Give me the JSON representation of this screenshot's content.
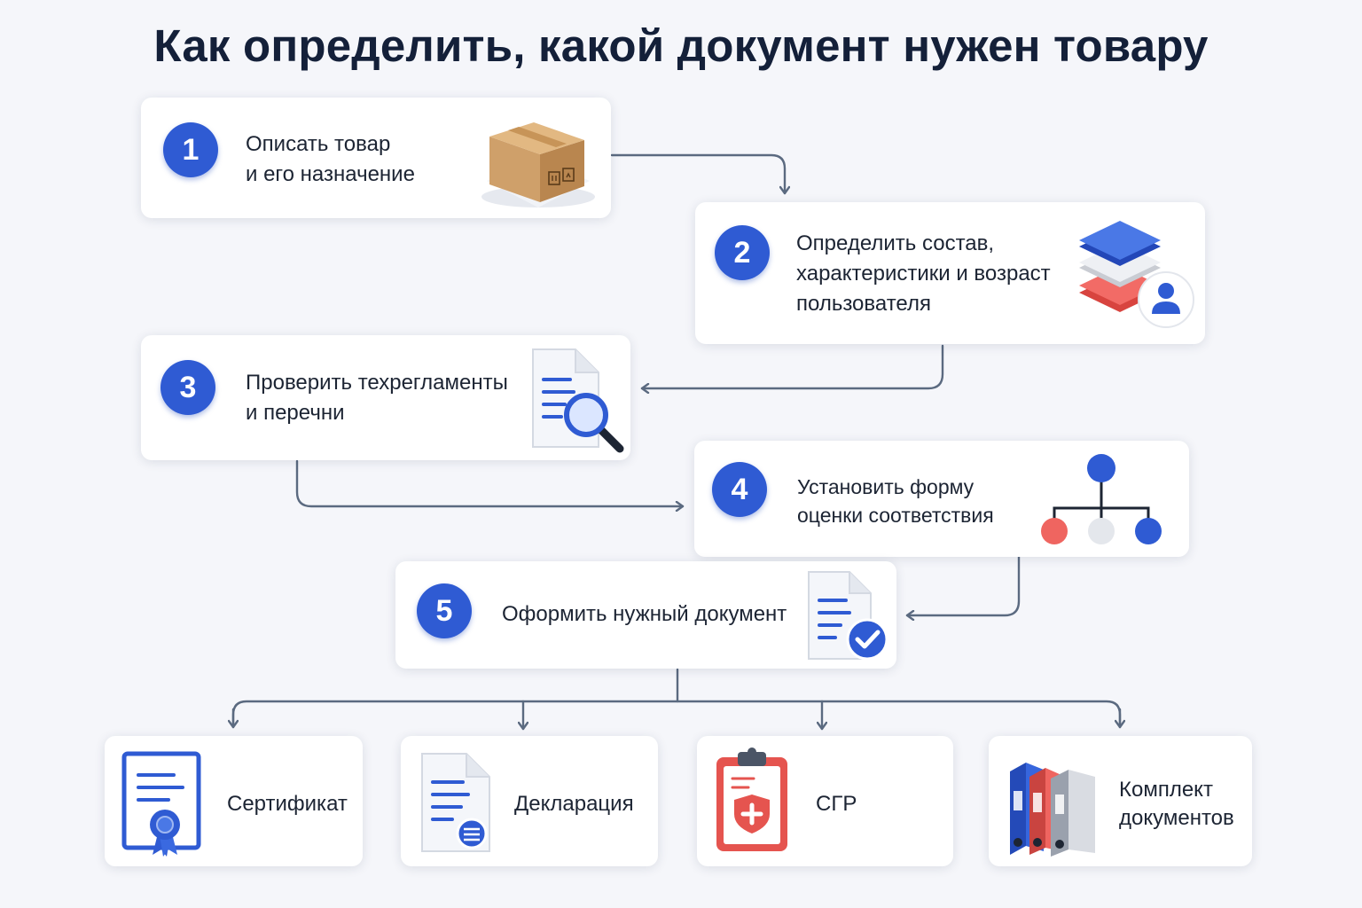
{
  "title": "Как определить, какой документ нужен товару",
  "steps": [
    {
      "number": "1",
      "lines": [
        "Описать товар",
        "и его назначение"
      ],
      "icon": "package-icon"
    },
    {
      "number": "2",
      "lines": [
        "Определить состав,",
        "характеристики и возраст",
        "пользователя"
      ],
      "icon": "layers-user-icon"
    },
    {
      "number": "3",
      "lines": [
        "Проверить техрегламенты",
        "и перечни"
      ],
      "icon": "document-search-icon"
    },
    {
      "number": "4",
      "lines": [
        "Установить форму",
        "оценки соответствия"
      ],
      "icon": "hierarchy-icon"
    },
    {
      "number": "5",
      "lines": [
        "Оформить нужный документ"
      ],
      "icon": "document-check-icon"
    }
  ],
  "documents": [
    {
      "lines": [
        "Сертификат"
      ],
      "icon": "certificate-icon"
    },
    {
      "lines": [
        "Декларация"
      ],
      "icon": "declaration-icon"
    },
    {
      "lines": [
        "СГР"
      ],
      "icon": "clipboard-medical-icon"
    },
    {
      "lines": [
        "Комплект",
        "документов"
      ],
      "icon": "binders-icon"
    }
  ],
  "colors": {
    "accent": "#2f5bd3",
    "title": "#142039",
    "connector": "#5b6a80",
    "red": "#e5544f",
    "background": "#f5f6fa"
  }
}
